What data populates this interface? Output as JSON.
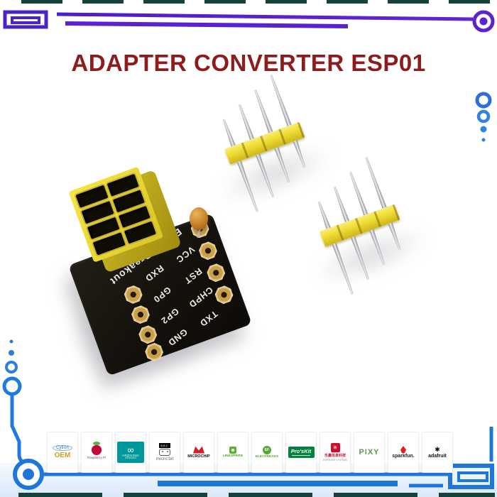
{
  "title": "ADAPTER CONVERTER ESP01",
  "board": {
    "silkscreen": "ESP01 Breakout",
    "right_pin_labels": [
      "VCC",
      "RST",
      "CHPD",
      "TXD"
    ],
    "left_pin_labels": [
      "RXD",
      "GP0",
      "GP2",
      "GND"
    ]
  },
  "brands": [
    {
      "label": "Cytron",
      "sub": "OEM"
    },
    {
      "label": "Raspberry Pi"
    },
    {
      "label": "ARDUINO",
      "sub": "GENUINO"
    },
    {
      "label": "micro:bit",
      "sub": "BBC"
    },
    {
      "label": "MICROCHIP"
    },
    {
      "label": "LINKSPRITE"
    },
    {
      "label": "ELECFREAKS",
      "sub": "EF"
    },
    {
      "label": "Pro'sKit"
    },
    {
      "label": "乐鑫信息科技",
      "sub": "ESPRESSIF SYSTEMS"
    },
    {
      "label": "PIXY"
    },
    {
      "label": "sparkfun."
    },
    {
      "label": "adafruit"
    }
  ],
  "colors": {
    "title_maroon": "#8e1c1c",
    "border_purple": "#4f22c8",
    "border_blue": "#1d76d8",
    "edge_dash_teal": "#16423c",
    "pcb_black": "#14110c",
    "socket_yellow": "#e8d434",
    "pad_gold": "#c89f4a"
  }
}
